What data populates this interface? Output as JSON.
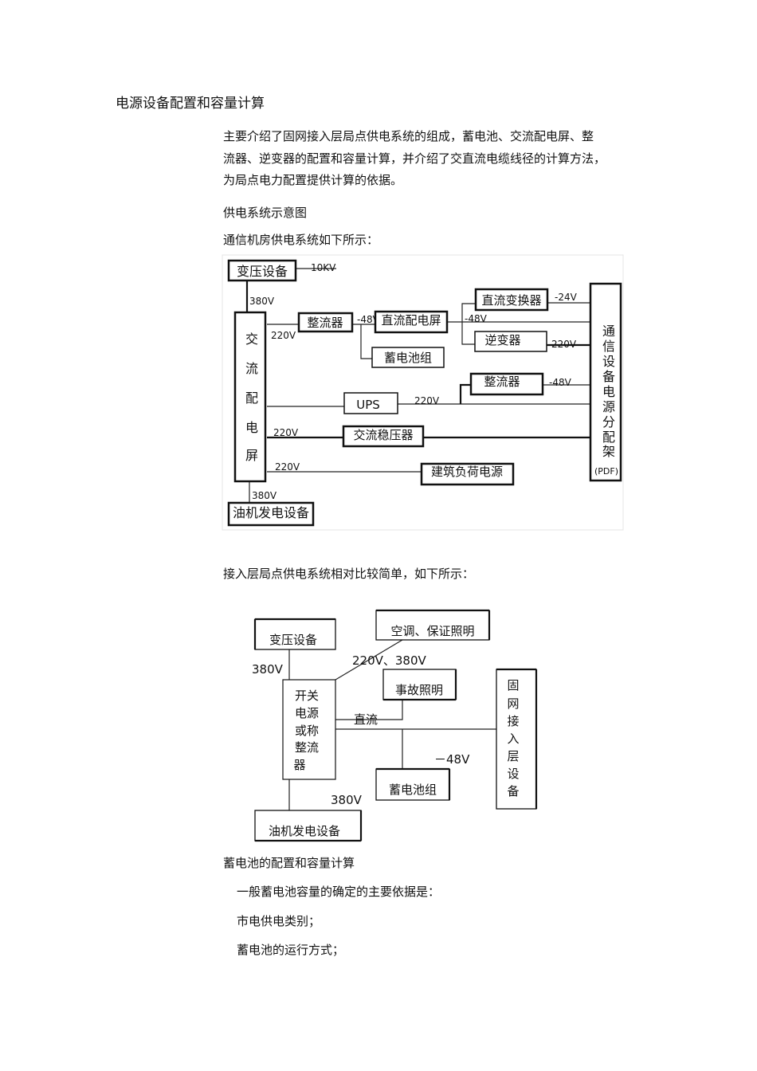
{
  "title": "电源设备配置和容量计算",
  "intro": [
    "主要介绍了固网接入层局点供电系统的组成，蓄电池、交流配电屏、整",
    "流器、逆变器的配置和容量计算，并介绍了交直流电缆线径的计算方法，",
    "为局点电力配置提供计算的依据。"
  ],
  "section1": "供电系统示意图",
  "caption1": "通信机房供电系统如下所示：",
  "diagram1": {
    "transformer": "变压设备",
    "v10kv": "10KV",
    "v380_top": "380V",
    "ac_panel": [
      "交",
      "流",
      "配",
      "电",
      "屏"
    ],
    "v380_bottom": "380V",
    "generator": "油机发电设备",
    "rectifier1": "整流器",
    "v220_a": "220V",
    "v48_a": "-48V",
    "dc_panel": "直流配电屏",
    "battery": "蓄电池组",
    "v48_b": "-48V",
    "dc_converter": "直流变换器",
    "v24": "-24V",
    "inverter": "逆变器",
    "v220_inv": "220V",
    "rectifier2": "整流器",
    "v48_c": "-48V",
    "ups": "UPS",
    "v220_ups": "220V",
    "v220_b": "220V",
    "ac_stabilizer": "交流稳压器",
    "v220_c": "220V",
    "building_load": "建筑负荷电源",
    "pdf": [
      "通",
      "信",
      "设",
      "备",
      "电",
      "源",
      "分",
      "配",
      "架"
    ],
    "pdf_abbr": "(PDF)"
  },
  "caption2": "接入层局点供电系统相对比较简单，如下所示：",
  "diagram2": {
    "transformer": "变压设备",
    "v380_a": "380V",
    "switch_psu": [
      "开关",
      "电源",
      "或称",
      "整流",
      "器"
    ],
    "aircon": "空调、保证照明",
    "v220_380": "220V、380V",
    "emergency_light": "事故照明",
    "dc": "直流",
    "v48": "－48V",
    "battery": "蓄电池组",
    "access_equipment": [
      "固",
      "网",
      "接",
      "入",
      "层",
      "设",
      "备"
    ],
    "v380_b": "380V",
    "generator": "油机发电设备"
  },
  "section2": "蓄电池的配置和容量计算",
  "body": [
    "一般蓄电池容量的确定的主要依据是：",
    "市电供电类别；",
    "蓄电池的运行方式；"
  ]
}
